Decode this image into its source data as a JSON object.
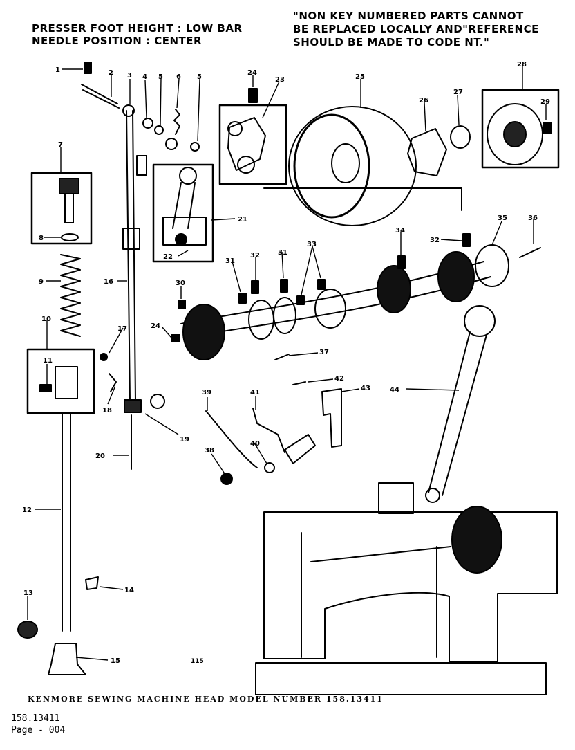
{
  "header": {
    "setting_line_1": "PRESSER FOOT HEIGHT : LOW BAR",
    "setting_line_2": "NEEDLE POSITION : CENTER",
    "notice": "\"NON KEY NUMBERED PARTS CANNOT\nBE REPLACED LOCALLY AND\"REFERENCE\nSHOULD BE MADE TO CODE NT.\""
  },
  "diagram": {
    "small_mark": "115",
    "labels": {
      "p1": "1",
      "p2": "2",
      "p3": "3",
      "p4": "4",
      "p5a": "5",
      "p6": "6",
      "p5b": "5",
      "p7": "7",
      "p8": "8",
      "p9": "9",
      "p10": "10",
      "p11": "11",
      "p12": "12",
      "p13": "13",
      "p14": "14",
      "p15": "15",
      "p16": "16",
      "p17": "17",
      "p18": "18",
      "p19": "19",
      "p20": "20",
      "p21": "21",
      "p22": "22",
      "p23": "23",
      "p24a": "24",
      "p24b": "24",
      "p25": "25",
      "p26": "26",
      "p27": "27",
      "p28": "28",
      "p29": "29",
      "p30": "30",
      "p31a": "31",
      "p31b": "31",
      "p32a": "32",
      "p32b": "32",
      "p33": "33",
      "p34": "34",
      "p35": "35",
      "p36": "36",
      "p37": "37",
      "p38": "38",
      "p39": "39",
      "p40": "40",
      "p41": "41",
      "p42": "42",
      "p43": "43",
      "p44": "44"
    }
  },
  "caption": "KENMORE SEWING MACHINE HEAD MODEL NUMBER 158.13411",
  "footer": {
    "model": "158.13411",
    "page": "Page - 004"
  }
}
